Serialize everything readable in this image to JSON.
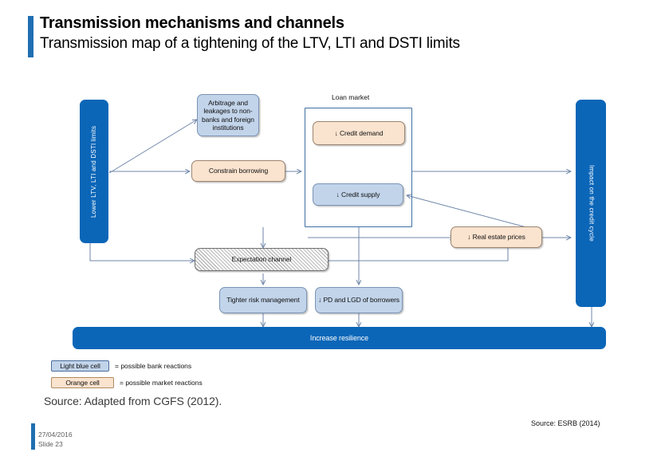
{
  "slide": {
    "title_main": "Transmission mechanisms and channels",
    "title_sub": "Transmission map of a tightening of the LTV, LTI and DSTI limits",
    "accent_color": "#1f6fb2"
  },
  "diagram": {
    "loan_market_label": "Loan market",
    "nodes": {
      "left_bar": "Lower LTV, LTI and DSTI limits",
      "arbitrage": "Arbitrage and leakages to non-banks and foreign institutions",
      "constrain_borrowing": "Constrain borrowing",
      "credit_demand": "↓ Credit demand",
      "credit_supply": "↓ Credit supply",
      "real_estate_prices": "↓ Real estate prices",
      "expectation_channel": "Expectation channel",
      "tighter_risk": "Tighter risk management",
      "pd_lgd": "↓ PD and LGD of borrowers",
      "right_bar": "Impact on the credit cycle",
      "increase_resilience": "Increase resilience"
    },
    "colors": {
      "bar_blue": "#0b66b8",
      "light_blue_fill": "#c2d4ea",
      "light_blue_border": "#7a94b5",
      "orange_fill": "#fae3cf",
      "orange_border": "#9a8470",
      "loan_frame_border": "#3f6fa5",
      "arrow": "#6f86a8"
    }
  },
  "legend": {
    "items": [
      {
        "chip": "Light blue cell",
        "text": "= possible bank reactions"
      },
      {
        "chip": "Orange cell",
        "text": "= possible market reactions"
      }
    ]
  },
  "sources": {
    "main": "Source: Adapted from CGFS (2012).",
    "right": "Source: ESRB (2014)"
  },
  "footer": {
    "date": "27/04/2016",
    "slide_number": "Slide 23"
  }
}
